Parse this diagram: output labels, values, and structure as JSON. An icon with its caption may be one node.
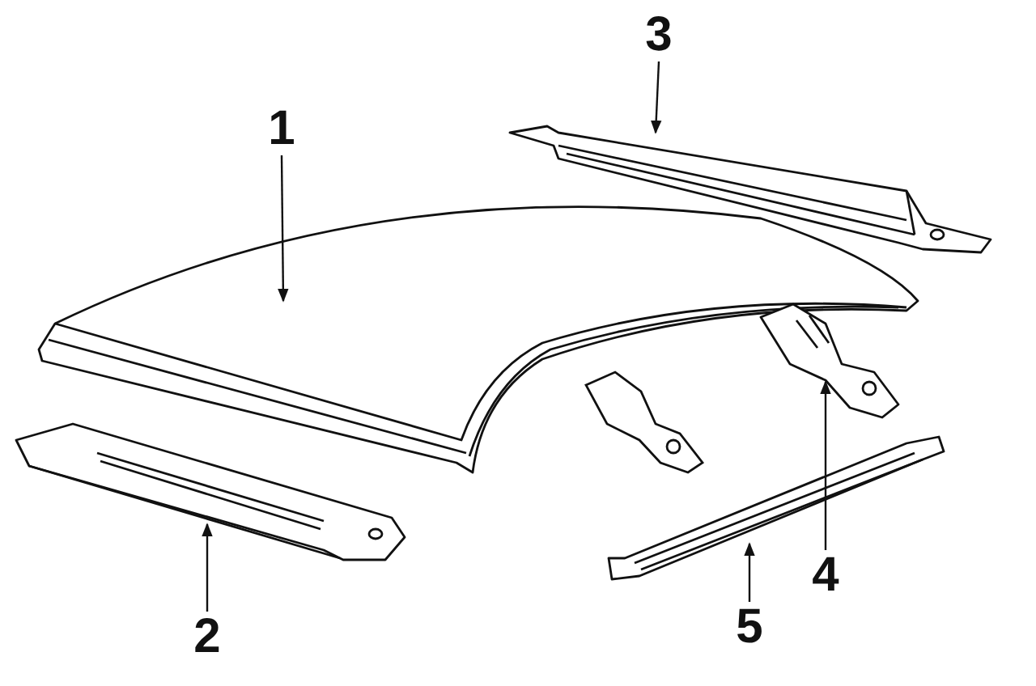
{
  "diagram": {
    "nodes": [
      {
        "text": [
          "3"
        ]
      },
      {
        "text": [],
        "shape": "picture"
      },
      {
        "text": [
          "1"
        ]
      },
      {
        "text": [],
        "shape": "picture"
      },
      {
        "text": [
          "4"
        ]
      },
      {
        "text": [],
        "shape": "picture"
      },
      {
        "text": [
          "2"
        ]
      },
      {
        "text": [],
        "shape": "picture"
      },
      {
        "text": [
          "5"
        ]
      },
      {
        "text": [],
        "shape": "picture"
      }
    ],
    "edges": [
      {
        "from": 0,
        "to": 1,
        "arrow": "to"
      },
      {
        "from": 2,
        "to": 3,
        "arrow": "to"
      },
      {
        "from": 4,
        "to": 5,
        "arrow": "to"
      },
      {
        "from": 6,
        "to": 7,
        "arrow": "to"
      },
      {
        "from": 8,
        "to": 9,
        "arrow": "to"
      }
    ]
  }
}
